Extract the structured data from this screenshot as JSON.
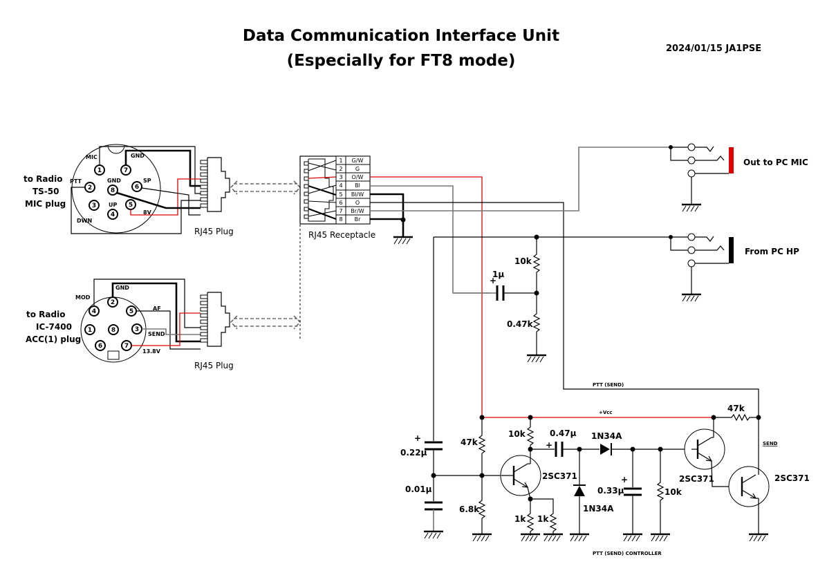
{
  "header": {
    "title_line1": "Data Communication Interface Unit",
    "title_line2": "(Especially for FT8 mode)",
    "date_author": "2024/01/15  JA1PSE"
  },
  "ts50": {
    "label_line1": "to Radio",
    "label_line2": "TS-50",
    "label_line3": "MIC plug",
    "pin_labels": {
      "mic": "MIC",
      "gnd_top": "GND",
      "ptt": "PTT",
      "gnd_center": "GND",
      "sp": "SP",
      "up": "UP",
      "v8": "8V",
      "dwn": "DWN"
    },
    "pins": [
      "1",
      "7",
      "2",
      "8",
      "6",
      "3",
      "5",
      "4"
    ],
    "plug_label": "RJ45 Plug"
  },
  "ic7400": {
    "label_line1": "to Radio",
    "label_line2": "IC-7400",
    "label_line3": "ACC(1) plug",
    "pin_labels": {
      "mod": "MOD",
      "gnd": "GND",
      "af": "AF",
      "send": "SEND",
      "v138": "13.8V"
    },
    "pins": [
      "4",
      "2",
      "5",
      "1",
      "8",
      "3",
      "6",
      "7"
    ],
    "plug_label": "RJ45 Plug"
  },
  "receptacle": {
    "label": "RJ45 Receptacle",
    "rows": [
      {
        "pin": "1",
        "color": "G/W"
      },
      {
        "pin": "2",
        "color": "G"
      },
      {
        "pin": "3",
        "color": "O/W"
      },
      {
        "pin": "4",
        "color": "Bl"
      },
      {
        "pin": "5",
        "color": "Bl/W"
      },
      {
        "pin": "6",
        "color": "O"
      },
      {
        "pin": "7",
        "color": "Br/W"
      },
      {
        "pin": "8",
        "color": "Br"
      }
    ]
  },
  "jacks": {
    "out_label": "Out to PC MIC",
    "in_label": "From PC HP",
    "out_color": "#e00000",
    "in_color": "#000000"
  },
  "attenuator": {
    "r_top": "10k",
    "cap": "1μ",
    "r_bottom": "0.47k"
  },
  "controller": {
    "ptt_send_label": "PTT (SEND)",
    "vcc_label": "+Vcc",
    "c_022": "0.22μ",
    "c_001": "0.01μ",
    "r_47k": "47k",
    "r_68k": "6.8k",
    "r_10k_collector": "10k",
    "r_1k_a": "1k",
    "r_1k_b": "1k",
    "q1": "2SC371",
    "c_047": "0.47μ",
    "d1": "1N34A",
    "d2": "1N34A",
    "c_033": "0.33μ",
    "r_10k_load": "10k",
    "q2": "2SC371",
    "q3": "2SC371",
    "r_47k_pullup": "47k",
    "send_label": "SEND",
    "caption": "PTT (SEND)  CONTROLLER",
    "plus": "+"
  },
  "colors": {
    "vcc_wire": "#e00000",
    "wire": "#000000",
    "shield_wire": "#777777"
  }
}
